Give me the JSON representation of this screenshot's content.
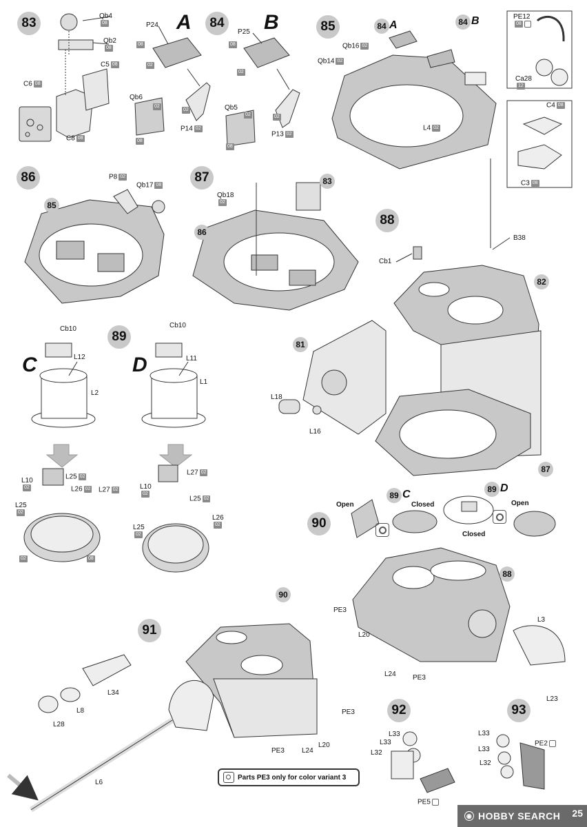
{
  "steps": [
    {
      "id": "s83",
      "label": "83"
    },
    {
      "id": "s84",
      "label": "84"
    },
    {
      "id": "s85",
      "label": "85"
    },
    {
      "id": "s86",
      "label": "86"
    },
    {
      "id": "s87",
      "label": "87"
    },
    {
      "id": "s88",
      "label": "88"
    },
    {
      "id": "s89",
      "label": "89"
    },
    {
      "id": "s90",
      "label": "90"
    },
    {
      "id": "s91",
      "label": "91"
    },
    {
      "id": "s92",
      "label": "92"
    },
    {
      "id": "s93",
      "label": "93"
    }
  ],
  "refs": {
    "r84a": "84",
    "r84b": "84",
    "r85": "85",
    "r83": "83",
    "r86": "86",
    "r82": "82",
    "r81": "81",
    "r87": "87",
    "r89c": "89",
    "r89d": "89",
    "r88": "88",
    "r90": "90"
  },
  "variants": {
    "A": "A",
    "B": "B",
    "C": "C",
    "D": "D"
  },
  "parts": {
    "qb4": "Qb4",
    "qb4s": "08",
    "qb2": "Qb2",
    "qb2s": "08",
    "c5": "C5",
    "c5s": "08",
    "c6": "C6",
    "c6s": "08",
    "c8": "C8",
    "c8s": "08",
    "p24": "P24",
    "p24s": "08",
    "p24b": "02",
    "qb6": "Qb6",
    "qb6s": "02",
    "qb6b": "08",
    "p14": "P14",
    "p14s": "02",
    "p14t": "02",
    "p25": "P25",
    "p25s": "08",
    "p25b": "02",
    "qb5": "Qb5",
    "qb5s": "02",
    "qb5b": "08",
    "p13": "P13",
    "p13s": "02",
    "p13t": "02",
    "qb16": "Qb16",
    "qb16s": "02",
    "qb14": "Qb14",
    "qb14s": "02",
    "l4": "L4",
    "l4s": "02",
    "pe12": "PE12",
    "pe12s": "08",
    "ca28": "Ca28",
    "ca28s": "12",
    "c4": "C4",
    "c4s": "08",
    "c3": "C3",
    "c3s": "08",
    "p8": "P8",
    "p8s": "02",
    "qb17": "Qb17",
    "qb17s": "08",
    "qb18": "Qb18",
    "qb18s": "02",
    "b38": "B38",
    "cb1": "Cb1",
    "l18": "L18",
    "l16": "L16",
    "cb10c": "Cb10",
    "l12": "L12",
    "l2": "L2",
    "cb10d": "Cb10",
    "l11": "L11",
    "l1": "L1",
    "l10c": "L10",
    "l10cs": "02",
    "l25c": "L25",
    "l25cs": "02",
    "l26c": "L26",
    "l26cs": "02",
    "l27c": "L27",
    "l27cs": "02",
    "l25c2": "L25",
    "l25c2s": "02",
    "cs02": "02",
    "cs08": "08",
    "l10d": "L10",
    "l10ds": "02",
    "l27d": "L27",
    "l27ds": "02",
    "l25d": "L25",
    "l25ds": "02",
    "l25d2": "L25",
    "l25d2s": "02",
    "l26d": "L26",
    "l26ds": "02",
    "pe3a": "PE3",
    "l20a": "L20",
    "l24a": "L24",
    "pe3b": "PE3",
    "l3": "L3",
    "l23": "L23",
    "l34": "L34",
    "l8": "L8",
    "l28": "L28",
    "l6": "L6",
    "pe3c": "PE3",
    "pe3d": "PE3",
    "l24b": "L24",
    "l20b": "L20",
    "l33a": "L33",
    "l33b": "L33",
    "l32a": "L32",
    "pe5": "PE5",
    "l33c": "L33",
    "l33d": "L33",
    "l32b": "L32",
    "pe2": "PE2"
  },
  "states": {
    "open1": "Open",
    "closed1": "Closed",
    "closed2": "Closed",
    "open2": "Open"
  },
  "note": "Parts PE3 only for color variant 3",
  "logo": "HOBBY SEARCH",
  "page": "25",
  "icons": {
    "pe_icon": "photo-etch-icon",
    "variant_icon": "color-variant-icon"
  }
}
